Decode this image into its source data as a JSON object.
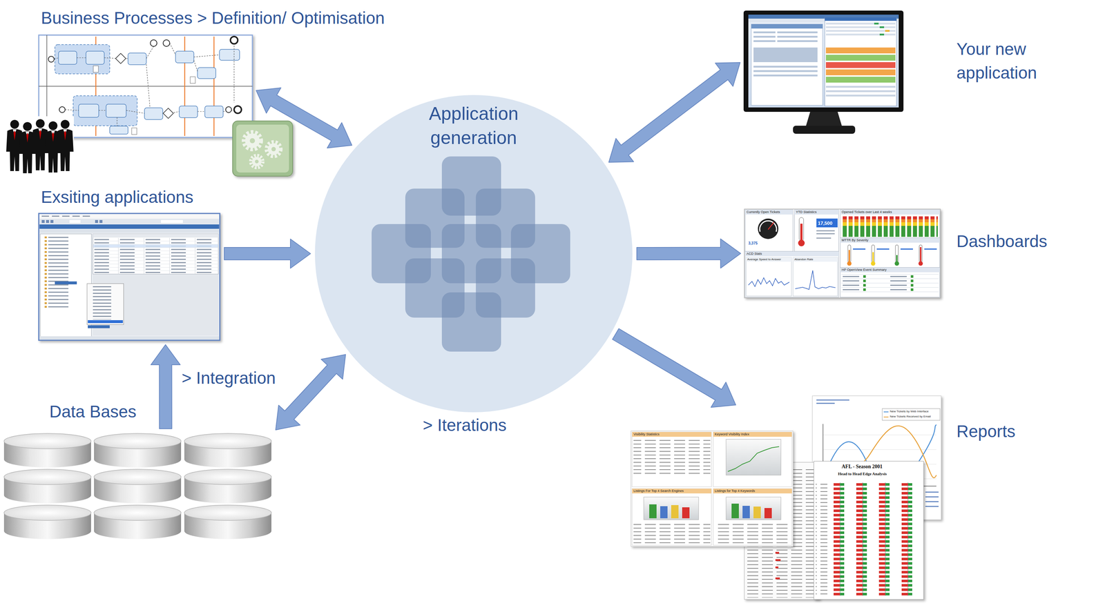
{
  "diagram": {
    "nodes": [
      {
        "text": [
          "Business Processes > Definition/ Optimisation"
        ]
      },
      {
        "text": [
          "Exsiting applications"
        ]
      },
      {
        "text": [
          "Data Bases"
        ]
      },
      {
        "text": [
          "Application generation"
        ]
      },
      {
        "text": [
          "Your new application"
        ]
      },
      {
        "text": [
          "Dashboards"
        ]
      },
      {
        "text": [
          "Reports"
        ]
      }
    ],
    "edges": [
      {
        "from": 0,
        "to": 3,
        "arrow": "both"
      },
      {
        "from": 1,
        "to": 3,
        "arrow": "to"
      },
      {
        "from": 2,
        "to": 1,
        "arrow": "to",
        "label": "> Integration"
      },
      {
        "from": 2,
        "to": 3,
        "arrow": "both"
      },
      {
        "from": 3,
        "to": 4,
        "arrow": "both"
      },
      {
        "from": 3,
        "to": 5,
        "arrow": "to"
      },
      {
        "from": 3,
        "to": 6,
        "arrow": "to"
      }
    ],
    "labels": [
      "> Iterations",
      "Currently Open Tickets",
      "3,375",
      "YTD Statistics",
      "17,500",
      "Opened Tickets over Last 4 weeks",
      "MTTR By Severity",
      "ACD Stats",
      "Average Speed to Answer",
      "Abandon Rate",
      "HP OpenView Event Summary",
      "Visibility Statistics",
      "Keyword Visibility Index",
      "Listings For Top 4 Search Engines",
      "Listings for Top 4 Keywords",
      "New Tickets by Web Interface",
      "New Tickets Received by Email",
      "AFL - Season 2001",
      "Head to Head Edge Analysis"
    ]
  }
}
